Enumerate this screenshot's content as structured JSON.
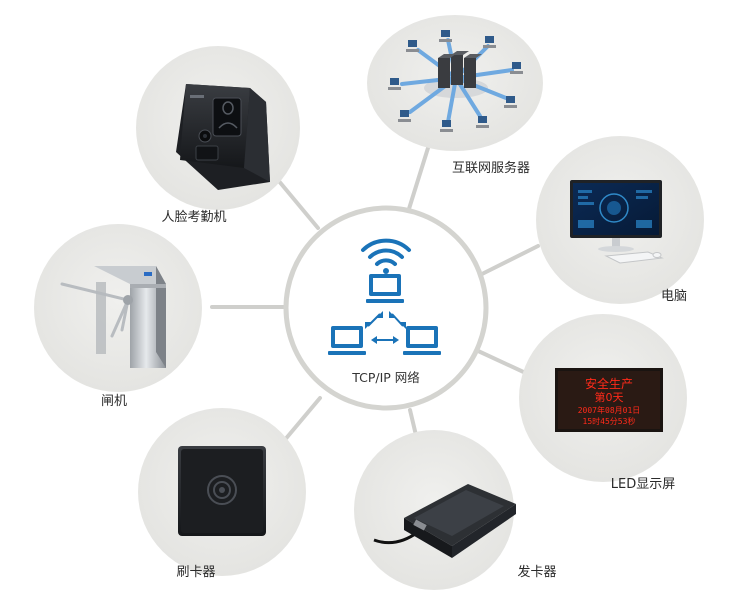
{
  "hub": {
    "label": "TCP/IP 网络",
    "wifi_icon": "wifi-icon",
    "network_icon": "network-computers-icon",
    "accent_color": "#1a73b8"
  },
  "nodes": [
    {
      "id": "face-attendance",
      "label": "人脸考勤机",
      "icon": "face-attendance-terminal-icon"
    },
    {
      "id": "internet-server",
      "label": "互联网服务器",
      "icon": "server-network-icon"
    },
    {
      "id": "computer",
      "label": "电脑",
      "icon": "desktop-computer-icon"
    },
    {
      "id": "led-display",
      "label": "LED显示屏",
      "icon": "led-display-icon",
      "screen_text": [
        "安全生产",
        "第0天",
        "2007年08月01日",
        "15时45分53秒"
      ]
    },
    {
      "id": "card-issuer",
      "label": "发卡器",
      "icon": "card-issuer-icon"
    },
    {
      "id": "card-reader",
      "label": "刷卡器",
      "icon": "card-reader-icon"
    },
    {
      "id": "turnstile",
      "label": "闸机",
      "icon": "turnstile-gate-icon"
    }
  ],
  "colors": {
    "node_bg": "#e9e9e6",
    "connector": "#cfcfcc",
    "hub_border": "#d4d4d0",
    "led_text": "#ff2a1a"
  }
}
